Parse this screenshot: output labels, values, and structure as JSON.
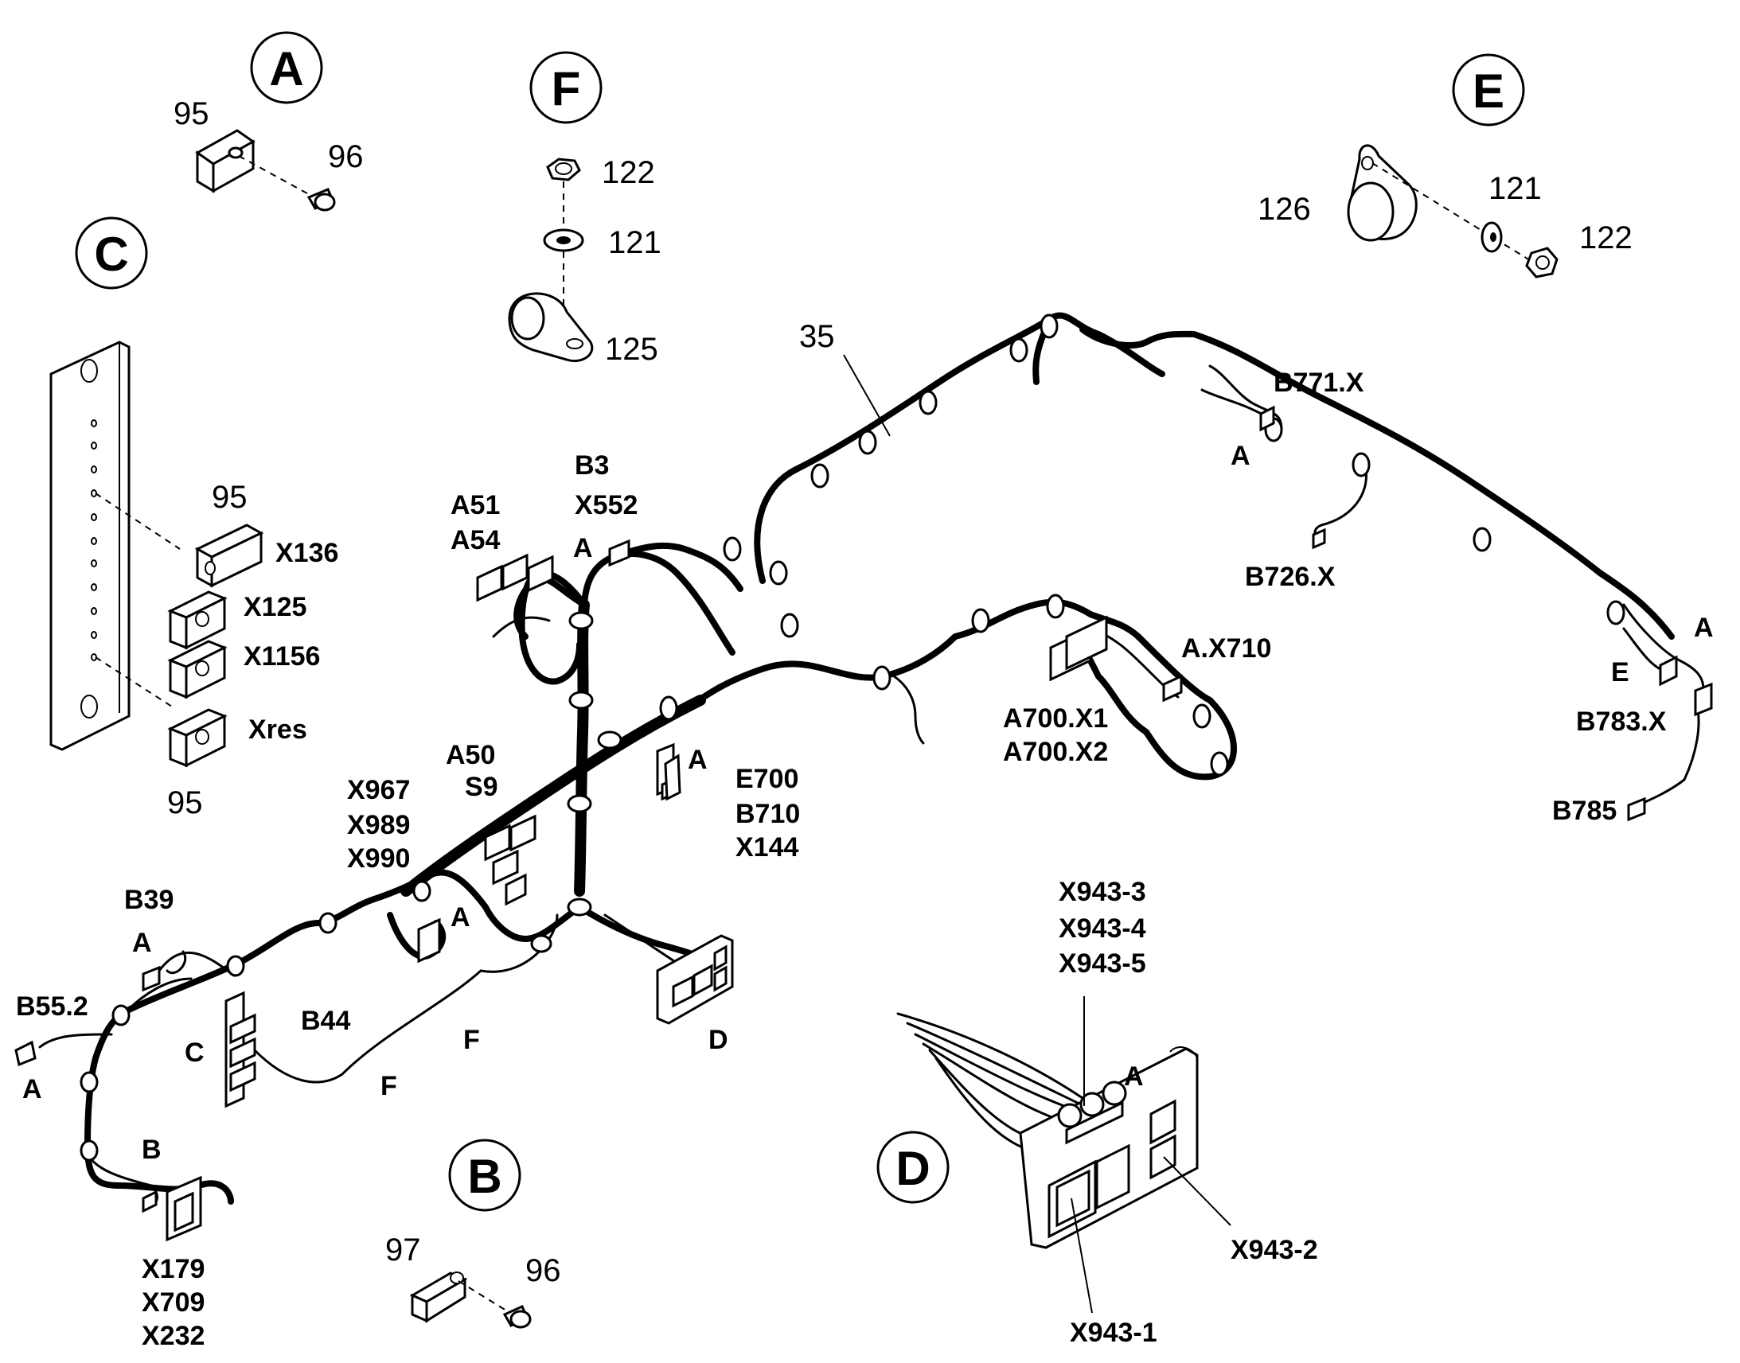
{
  "callouts": {
    "A": "A",
    "B": "B",
    "C": "C",
    "D": "D",
    "E": "E",
    "F": "F"
  },
  "detail_a": {
    "p95": "95",
    "p96": "96"
  },
  "detail_b": {
    "p97": "97",
    "p96": "96"
  },
  "detail_c": {
    "p95_top": "95",
    "p95_bottom": "95",
    "x136": "X136",
    "x125": "X125",
    "x1156": "X1156",
    "xres": "Xres"
  },
  "detail_f": {
    "p122": "122",
    "p121": "121",
    "p125": "125"
  },
  "detail_e": {
    "p126": "126",
    "p121": "121",
    "p122": "122"
  },
  "detail_d": {
    "x943_3": "X943-3",
    "x943_4": "X943-4",
    "x943_5": "X943-5",
    "a": "A",
    "x943_2": "X943-2",
    "x943_1": "X943-1"
  },
  "harness": {
    "p35": "35",
    "b771x": "B771.X",
    "a_b771": "A",
    "b726x": "B726.X",
    "a_right": "A",
    "e_right": "E",
    "b783x": "B783.X",
    "b785": "B785",
    "ax710": "A.X710",
    "a700x1": "A700.X1",
    "a700x2": "A700.X2",
    "b3": "B3",
    "x552": "X552",
    "a_b3": "A",
    "a51": "A51",
    "a54": "A54",
    "a50": "A50",
    "s9": "S9",
    "a_mid": "A",
    "e700": "E700",
    "b710": "B710",
    "x144": "X144",
    "x967": "X967",
    "x989": "X989",
    "x990": "X990",
    "a_x967": "A",
    "b39": "B39",
    "a_b39": "A",
    "b552": "B55.2",
    "a_b552": "A",
    "c": "C",
    "b44": "B44",
    "f1": "F",
    "f2": "F",
    "d": "D",
    "b": "B",
    "x179": "X179",
    "x709": "X709",
    "x232": "X232"
  }
}
